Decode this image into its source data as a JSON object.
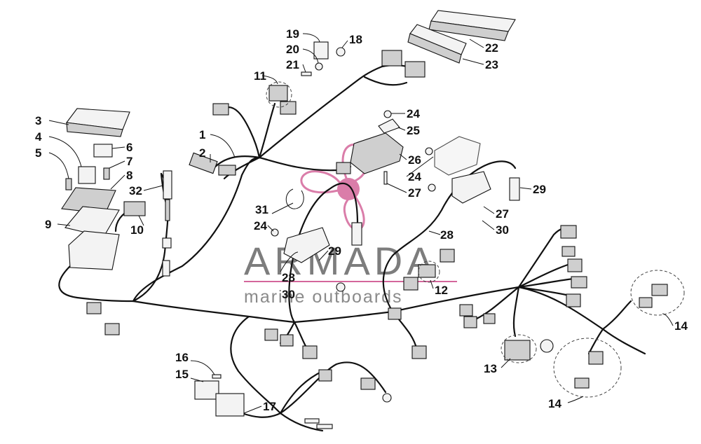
{
  "watermark": {
    "title": "ARMADA",
    "subtitle": "marine outboards",
    "accent_color": "#d4679b"
  },
  "callouts": [
    {
      "id": "c1",
      "label": "1"
    },
    {
      "id": "c2",
      "label": "2"
    },
    {
      "id": "c3",
      "label": "3"
    },
    {
      "id": "c4",
      "label": "4"
    },
    {
      "id": "c5",
      "label": "5"
    },
    {
      "id": "c6",
      "label": "6"
    },
    {
      "id": "c7",
      "label": "7"
    },
    {
      "id": "c8",
      "label": "8"
    },
    {
      "id": "c9",
      "label": "9"
    },
    {
      "id": "c10",
      "label": "10"
    },
    {
      "id": "c11",
      "label": "11"
    },
    {
      "id": "c12",
      "label": "12"
    },
    {
      "id": "c13",
      "label": "13"
    },
    {
      "id": "c14a",
      "label": "14"
    },
    {
      "id": "c14b",
      "label": "14"
    },
    {
      "id": "c15",
      "label": "15"
    },
    {
      "id": "c16",
      "label": "16"
    },
    {
      "id": "c17",
      "label": "17"
    },
    {
      "id": "c18",
      "label": "18"
    },
    {
      "id": "c19",
      "label": "19"
    },
    {
      "id": "c20",
      "label": "20"
    },
    {
      "id": "c21",
      "label": "21"
    },
    {
      "id": "c22",
      "label": "22"
    },
    {
      "id": "c23",
      "label": "23"
    },
    {
      "id": "c24a",
      "label": "24"
    },
    {
      "id": "c24b",
      "label": "24"
    },
    {
      "id": "c24c",
      "label": "24"
    },
    {
      "id": "c25",
      "label": "25"
    },
    {
      "id": "c26",
      "label": "26"
    },
    {
      "id": "c27a",
      "label": "27"
    },
    {
      "id": "c27b",
      "label": "27"
    },
    {
      "id": "c28a",
      "label": "28"
    },
    {
      "id": "c28b",
      "label": "28"
    },
    {
      "id": "c29a",
      "label": "29"
    },
    {
      "id": "c29b",
      "label": "29"
    },
    {
      "id": "c30a",
      "label": "30"
    },
    {
      "id": "c30b",
      "label": "30"
    },
    {
      "id": "c31",
      "label": "31"
    },
    {
      "id": "c32",
      "label": "32"
    }
  ]
}
